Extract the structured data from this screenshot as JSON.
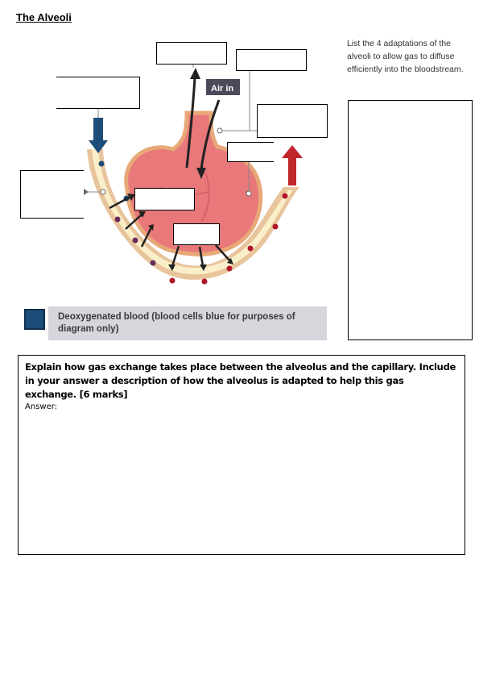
{
  "page": {
    "title": "The Alveoli",
    "instruction": "List the 4 adaptations of the alveoli to allow gas to diffuse efficiently into the bloodstream."
  },
  "diagram": {
    "air_in_label": "Air in",
    "colors": {
      "alveolus": "#e8787a",
      "capillary_wall": "#e8c49c",
      "capillary_inner": "#f9efc8",
      "deoxygenated_cell": "#1d4e7a",
      "oxygenated_cell": "#b0152a",
      "red_arrow": "#c0262b",
      "blue_arrow": "#1d4e7a",
      "label_tag": "#4a4a5a"
    },
    "legend_text": "Deoxygenated blood (blood cells blue for purposes of diagram only)"
  },
  "question": {
    "text": "Explain how gas exchange takes place between the alveolus and the capillary. Include in your answer a description of how the alveolus is adapted to help this gas exchange. [6 marks]",
    "answer_label": "Answer:"
  }
}
